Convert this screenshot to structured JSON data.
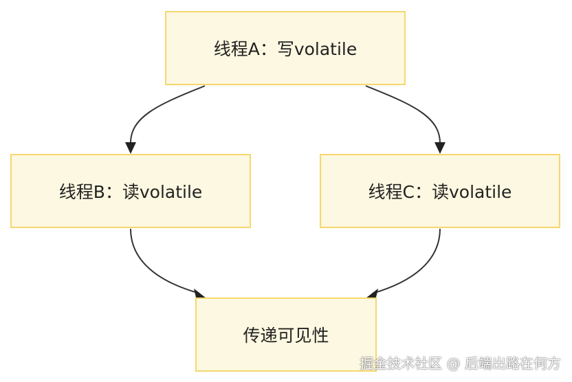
{
  "diagram": {
    "nodes": [
      {
        "id": "a",
        "label": "线程A：写volatile"
      },
      {
        "id": "b",
        "label": "线程B：读volatile"
      },
      {
        "id": "c",
        "label": "线程C：读volatile"
      },
      {
        "id": "d",
        "label": "传递可见性"
      }
    ],
    "edges": [
      {
        "from": "a",
        "to": "b"
      },
      {
        "from": "a",
        "to": "c"
      },
      {
        "from": "b",
        "to": "d"
      },
      {
        "from": "c",
        "to": "d"
      }
    ]
  },
  "watermark": {
    "text": "掘金技术社区 @ 后端出路在何方"
  },
  "colors": {
    "node_fill": "#fdf8e1",
    "node_border": "#f5d76e",
    "edge": "#333333",
    "text": "#222222"
  }
}
